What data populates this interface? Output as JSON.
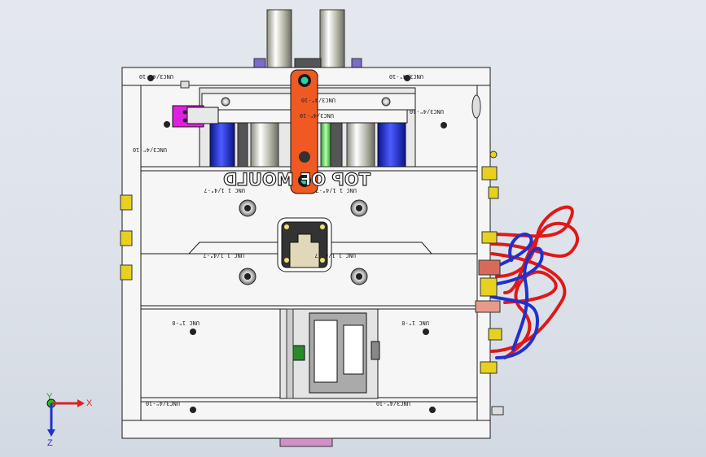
{
  "view": {
    "title_text": "TOP OF MOULD",
    "labels": {
      "top_left": "UNC3/4\"-10",
      "top_right": "UNC3/4\"-10",
      "inner_top": "UNC3/4\"-10",
      "inner_mid": "UNC3/4\"-10",
      "right_upper": "UNC3/4\"-10",
      "left_upper": "UNC3/4\"-10",
      "mid_left": "UNC 1 1/4\"-7",
      "mid_right": "UNC 1 1/4\"-7",
      "lower_left": "UNC 1 1/4\"-7",
      "lower_right": "UNC 1 1/4\"-7",
      "unc1_left": "UNC 1\"-8",
      "unc1_right": "UNC 1\"-8",
      "bottom_left": "UNC3/4\"-10",
      "bottom_right": "UNC3/4\"-10"
    }
  },
  "triad": {
    "x_label": "X",
    "y_label": "Y",
    "z_label": "Z"
  },
  "colors": {
    "background": "#dde2ea",
    "plate": "#f6f6f6",
    "outline": "#1a1a1a",
    "strap": "#f05a22",
    "cylinder_blue": "#1e2ec8",
    "magenta_block": "#e020e0",
    "hose_red": "#e01818",
    "hose_blue": "#2030d0",
    "fitting_yellow": "#e8d020"
  }
}
